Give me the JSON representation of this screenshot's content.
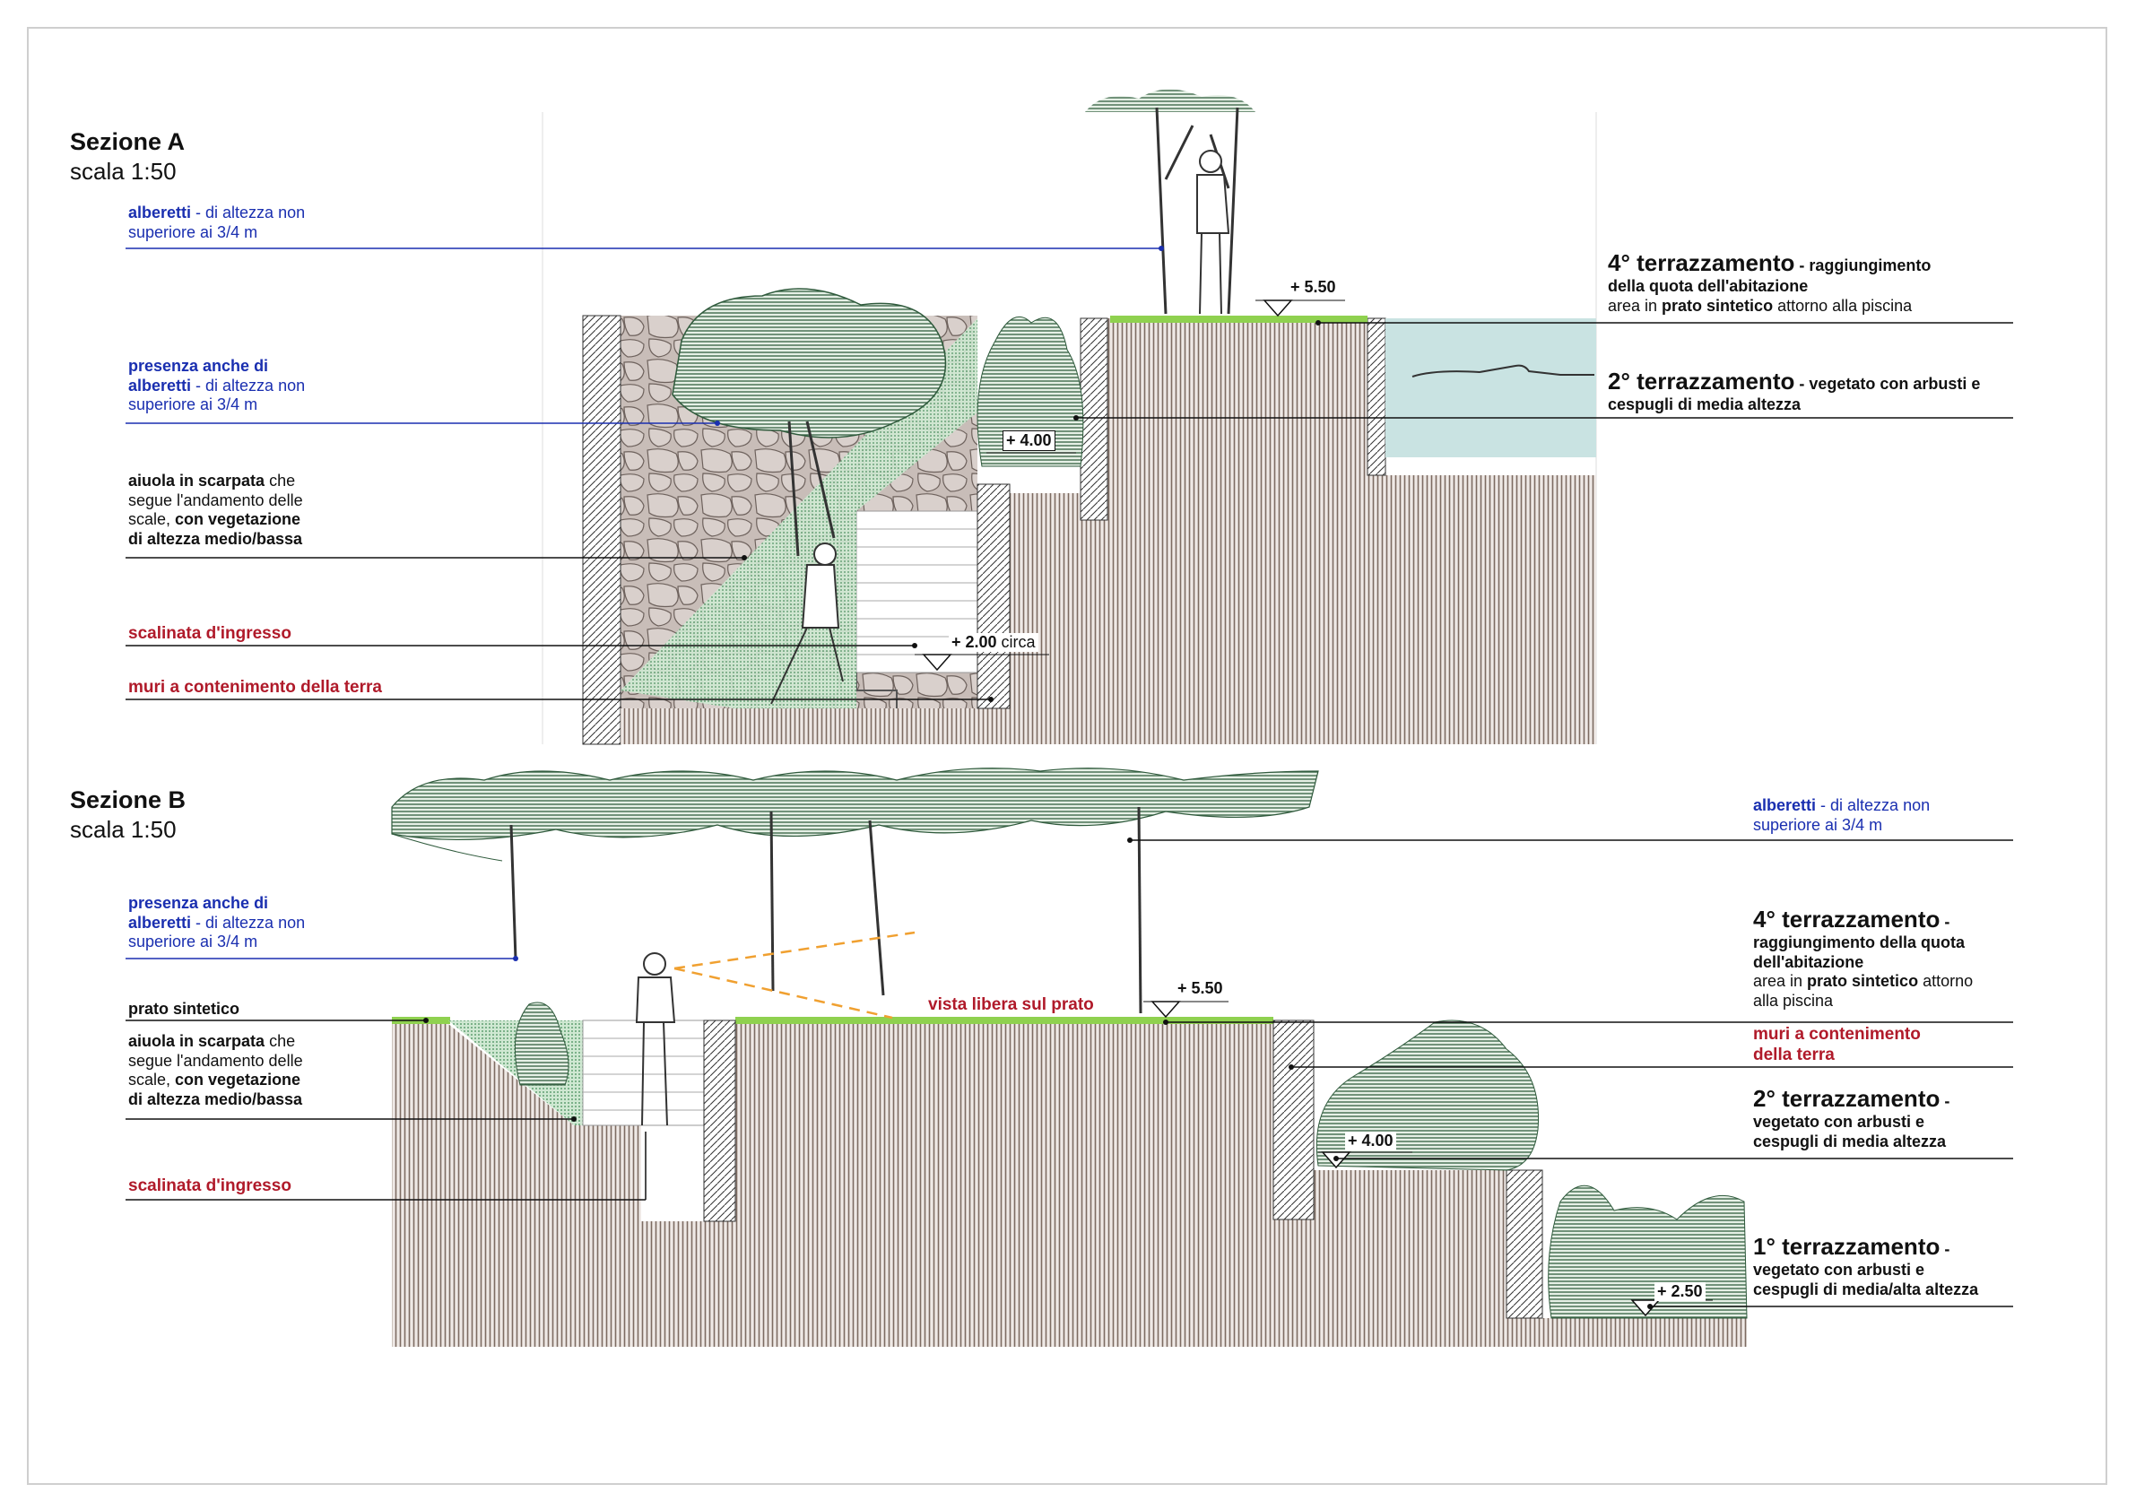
{
  "section_a": {
    "title": "Sezione A",
    "scale": "scala 1:50",
    "labels": {
      "alberetti_1": "alberetti",
      "alberetti_2": " - di altezza non",
      "alberetti_3": "superiore ai 3/4 m",
      "presenza_1": "presenza anche di",
      "presenza_2": "alberetti",
      "presenza_3": " - di altezza non",
      "presenza_4": "superiore ai 3/4 m",
      "aiuola_1": "aiuola in scarpata",
      "aiuola_2": " che",
      "aiuola_3": "segue l'andamento delle",
      "aiuola_4": "scale, ",
      "aiuola_5": "con vegetazione",
      "aiuola_6": "di altezza medio/bassa",
      "scalinata": "scalinata d'ingresso",
      "muri": "muri a contenimento della terra",
      "t4_title": "4° terrazzamento",
      "t4_sub1": " - raggiungimento",
      "t4_sub2": "della quota dell'abitazione",
      "t4_sub3a": "area in ",
      "t4_sub3b": "prato sintetico",
      "t4_sub3c": " attorno alla piscina",
      "t2_title": "2° terrazzamento",
      "t2_sub1": " - vegetato con arbusti e",
      "t2_sub2": "cespugli di media altezza"
    },
    "elevations": {
      "e550": "+ 5.50",
      "e400": "+ 4.00",
      "e200a": "+ 2.00",
      "e200b": " circa"
    }
  },
  "section_b": {
    "title": "Sezione B",
    "scale": "scala 1:50",
    "labels": {
      "presenza_1": "presenza anche di",
      "presenza_2": "alberetti",
      "presenza_3": " - di altezza non",
      "presenza_4": "superiore ai 3/4 m",
      "prato": "prato sintetico",
      "aiuola_1": "aiuola in scarpata",
      "aiuola_2": " che",
      "aiuola_3": "segue l'andamento delle",
      "aiuola_4": "scale, ",
      "aiuola_5": "con vegetazione",
      "aiuola_6": "di altezza medio/bassa",
      "scalinata": "scalinata d'ingresso",
      "vista": "vista libera sul prato",
      "alberetti_1": "alberetti",
      "alberetti_2": " - di altezza non",
      "alberetti_3": "superiore ai 3/4 m",
      "t4_title": "4° terrazzamento",
      "t4_dash": " -",
      "t4_sub1": "raggiungimento della quota",
      "t4_sub2": "dell'abitazione",
      "t4_sub3a": "area in ",
      "t4_sub3b": "prato sintetico",
      "t4_sub3c": " attorno",
      "t4_sub4": "alla piscina",
      "muri_1": "muri a contenimento",
      "muri_2": "della terra",
      "t2_title": "2° terrazzamento",
      "t2_dash": " -",
      "t2_sub1": "vegetato con arbusti e",
      "t2_sub2": "cespugli di media altezza",
      "t1_title": "1° terrazzamento",
      "t1_dash": " -",
      "t1_sub1": "vegetato con arbusti e",
      "t1_sub2": "cespugli di media/alta altezza"
    },
    "elevations": {
      "e550": "+ 5.50",
      "e400": "+ 4.00",
      "e250": "+ 2.50"
    }
  },
  "colors": {
    "earth": "#8a7a72",
    "grass": "#8fd14f",
    "slope_green": "#bfe0c4",
    "water": "#c9e3e2",
    "tree_canopy": "#4f7a5a",
    "wall": "#b6a8a2",
    "annotation_blue": "#1a2fb0",
    "annotation_red": "#b01a2a",
    "view_line": "#f0a030"
  }
}
